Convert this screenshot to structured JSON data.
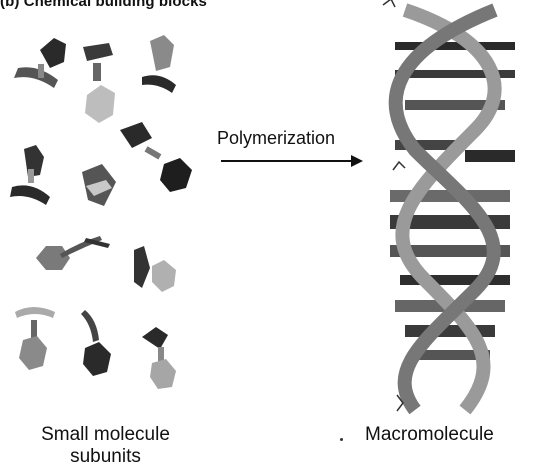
{
  "figure": {
    "heading": "(b) Chemical building blocks",
    "process_label": "Polymerization",
    "left_caption_line1": "Small molecule",
    "left_caption_line2": "subunits",
    "right_caption": "Macromolecule"
  },
  "colors": {
    "ink": "#111111",
    "dark_subunit": "#2a2a2a",
    "mid_subunit": "#7a7a7a",
    "light_subunit": "#c8c8c8",
    "ribbon": "#9a9a9a"
  }
}
